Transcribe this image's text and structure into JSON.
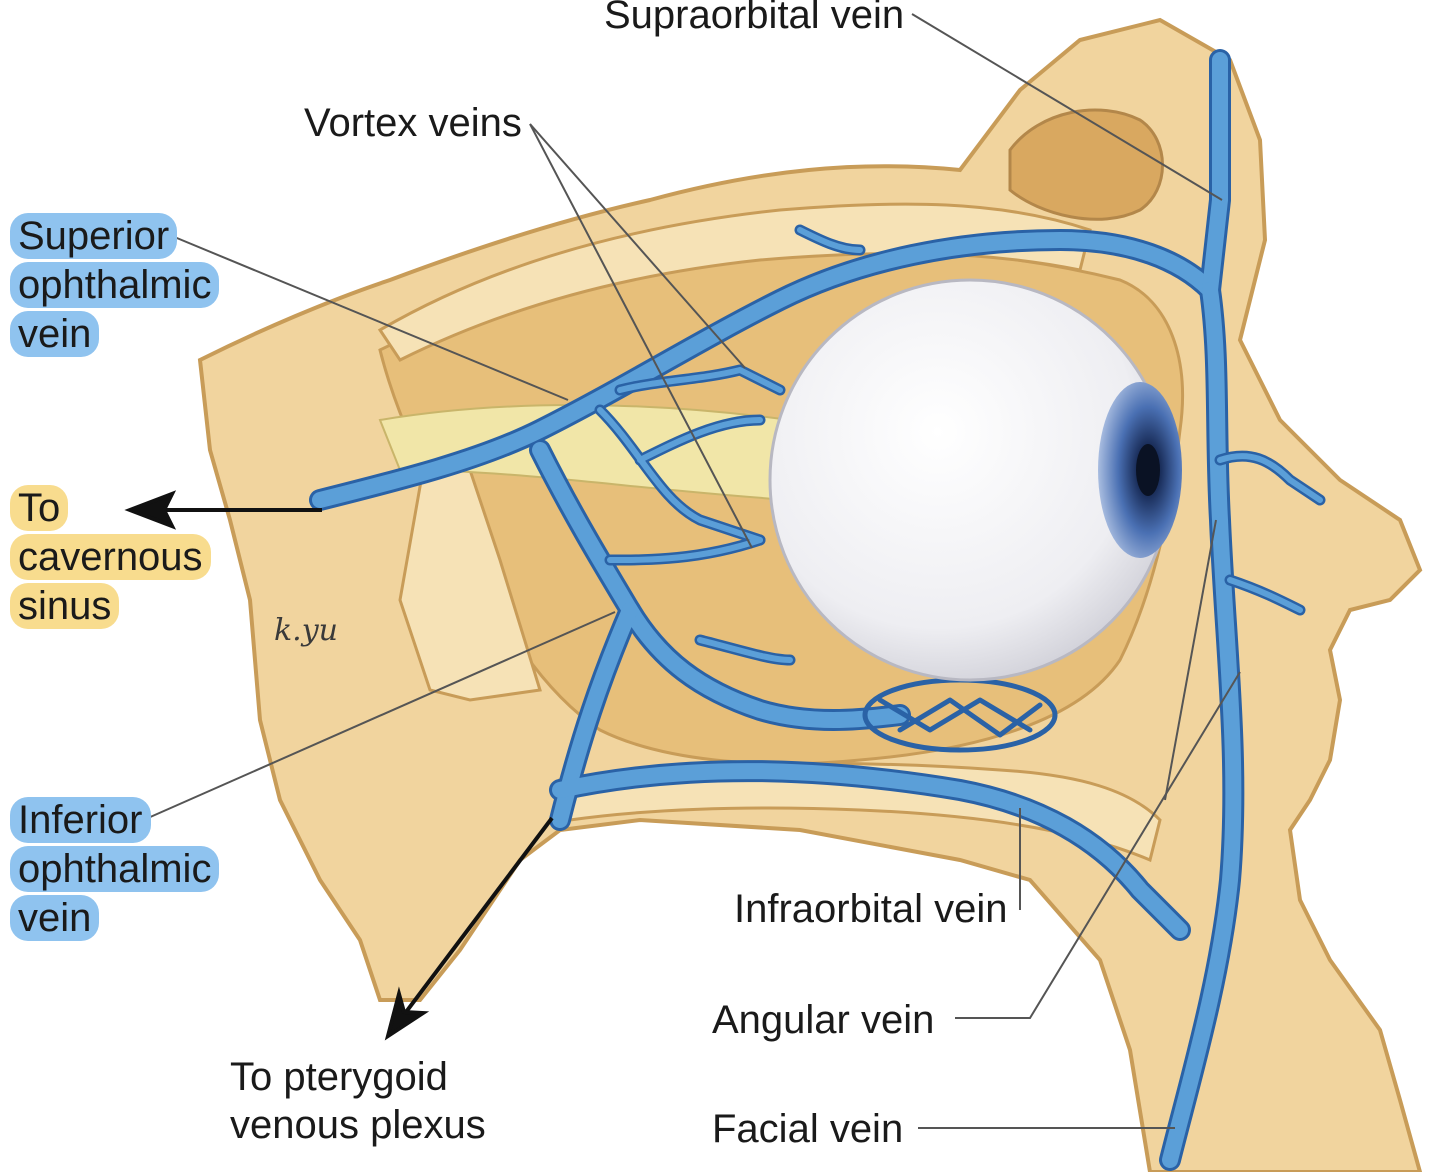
{
  "colors": {
    "bone": "#f1d49e",
    "bone_edge": "#c89c58",
    "orbit_fill": "#e7bf7a",
    "vein": "#5b9fd8",
    "vein_edge": "#2a62a6",
    "eye": "#f4f4f6",
    "iris": "#3b5fa0",
    "label_blue": "#8fc3ef",
    "label_yellow": "#f8dc8e"
  },
  "labels": {
    "supraorbital": "Supraorbital vein",
    "vortex": "Vortex veins",
    "superior": [
      "Superior",
      "ophthalmic",
      "vein"
    ],
    "cavernous": [
      "To",
      "cavernous",
      "sinus"
    ],
    "inferior": [
      "Inferior",
      "ophthalmic",
      "vein"
    ],
    "pterygoid": [
      "To pterygoid",
      "venous plexus"
    ],
    "infraorbital": "Infraorbital vein",
    "angular": "Angular vein",
    "facial": "Facial vein",
    "signature": "k.yu"
  }
}
